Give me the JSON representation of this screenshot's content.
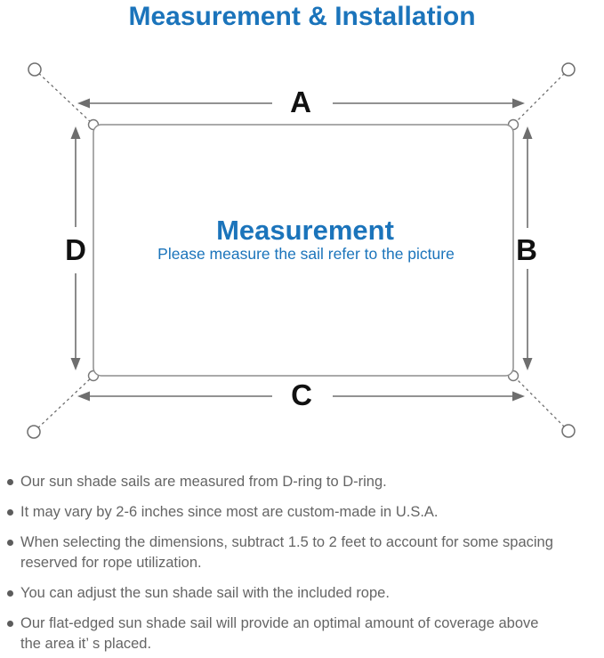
{
  "title": "Measurement & Installation",
  "diagram": {
    "labels": {
      "top": "A",
      "right": "B",
      "bottom": "C",
      "left": "D"
    },
    "center": {
      "heading": "Measurement",
      "subtitle": "Please measure the sail refer to the picture"
    }
  },
  "notes": {
    "items": [
      "Our sun shade sails are measured from D-ring to D-ring.",
      "It may vary by 2-6 inches since most are custom-made in U.S.A.",
      "When selecting the dimensions, subtract 1.5 to 2 feet to account for some spacing\nreserved for rope utilization.",
      "You can adjust the sun shade sail with the included rope.",
      "Our flat-edged sun shade sail will provide an optimal amount of coverage above\nthe area it’ s placed."
    ]
  },
  "colors": {
    "accent_blue": "#1b74bb",
    "line_gray": "#6e6e6e",
    "rect_gray": "#8e8e8e",
    "label_black": "#111111",
    "note_gray": "#656565"
  }
}
